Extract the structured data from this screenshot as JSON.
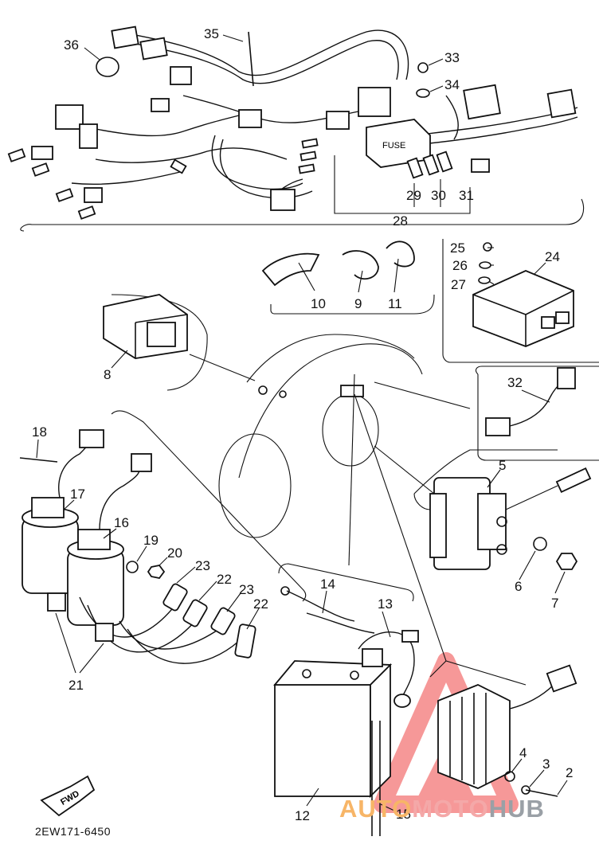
{
  "diagram": {
    "callouts": [
      "36",
      "35",
      "33",
      "34",
      "29",
      "30",
      "31",
      "28",
      "25",
      "26",
      "27",
      "24",
      "10",
      "9",
      "11",
      "8",
      "32",
      "18",
      "17",
      "16",
      "19",
      "20",
      "23",
      "22",
      "23",
      "22",
      "21",
      "5",
      "6",
      "7",
      "14",
      "13",
      "4",
      "3",
      "2",
      "12",
      "15"
    ],
    "drawing_number": "2EW171-6450",
    "fwd_label": "FWD",
    "fuse_label": "FUSE"
  },
  "watermark": {
    "part_a": "AUTO",
    "part_b": "MOTO",
    "part_c": "HUB"
  }
}
